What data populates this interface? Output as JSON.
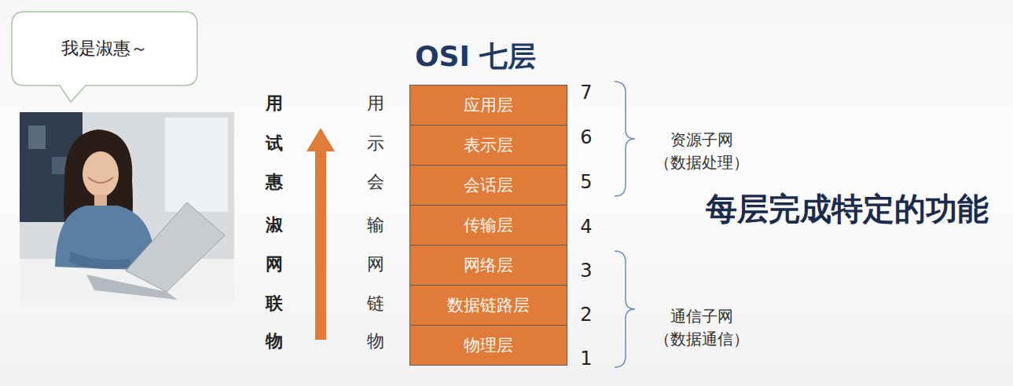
{
  "diagram": {
    "title": "OSI 七层",
    "nodes": [
      {
        "text": [
          "我是淑惠～"
        ]
      },
      {
        "text": [
          "应用层"
        ]
      },
      {
        "text": [
          "表示层"
        ]
      },
      {
        "text": [
          "会话层"
        ]
      },
      {
        "text": [
          "传输层"
        ]
      },
      {
        "text": [
          "网络层"
        ]
      },
      {
        "text": [
          "数据链路层"
        ]
      },
      {
        "text": [
          "物理层"
        ]
      }
    ],
    "labels": [
      "用",
      "试",
      "惠",
      "淑",
      "网",
      "联",
      "物",
      "用",
      "示",
      "会",
      "输",
      "网",
      "链",
      "物",
      "7",
      "6",
      "5",
      "4",
      "3",
      "2",
      "1",
      "资源子网 （数据处理）",
      "通信子网 （数据通信）",
      "每层完成特定的功能"
    ]
  }
}
